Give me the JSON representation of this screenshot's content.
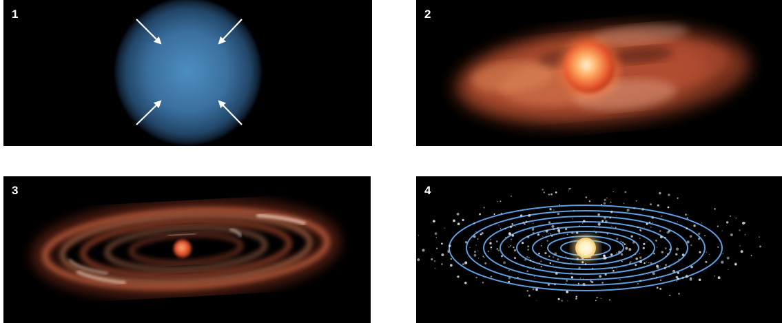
{
  "panels": [
    {
      "number": "1",
      "icon": "collapsing-cloud-icon"
    },
    {
      "number": "2",
      "icon": "protostar-disk-icon"
    },
    {
      "number": "3",
      "icon": "dust-rings-icon"
    },
    {
      "number": "4",
      "icon": "planetary-system-icon"
    }
  ],
  "colors": {
    "background": "#000000",
    "cloud": "#3f7fb0",
    "disk": "#c0563a",
    "star_hot": "#ffe4b0",
    "orbit": "#5f9ee0"
  }
}
